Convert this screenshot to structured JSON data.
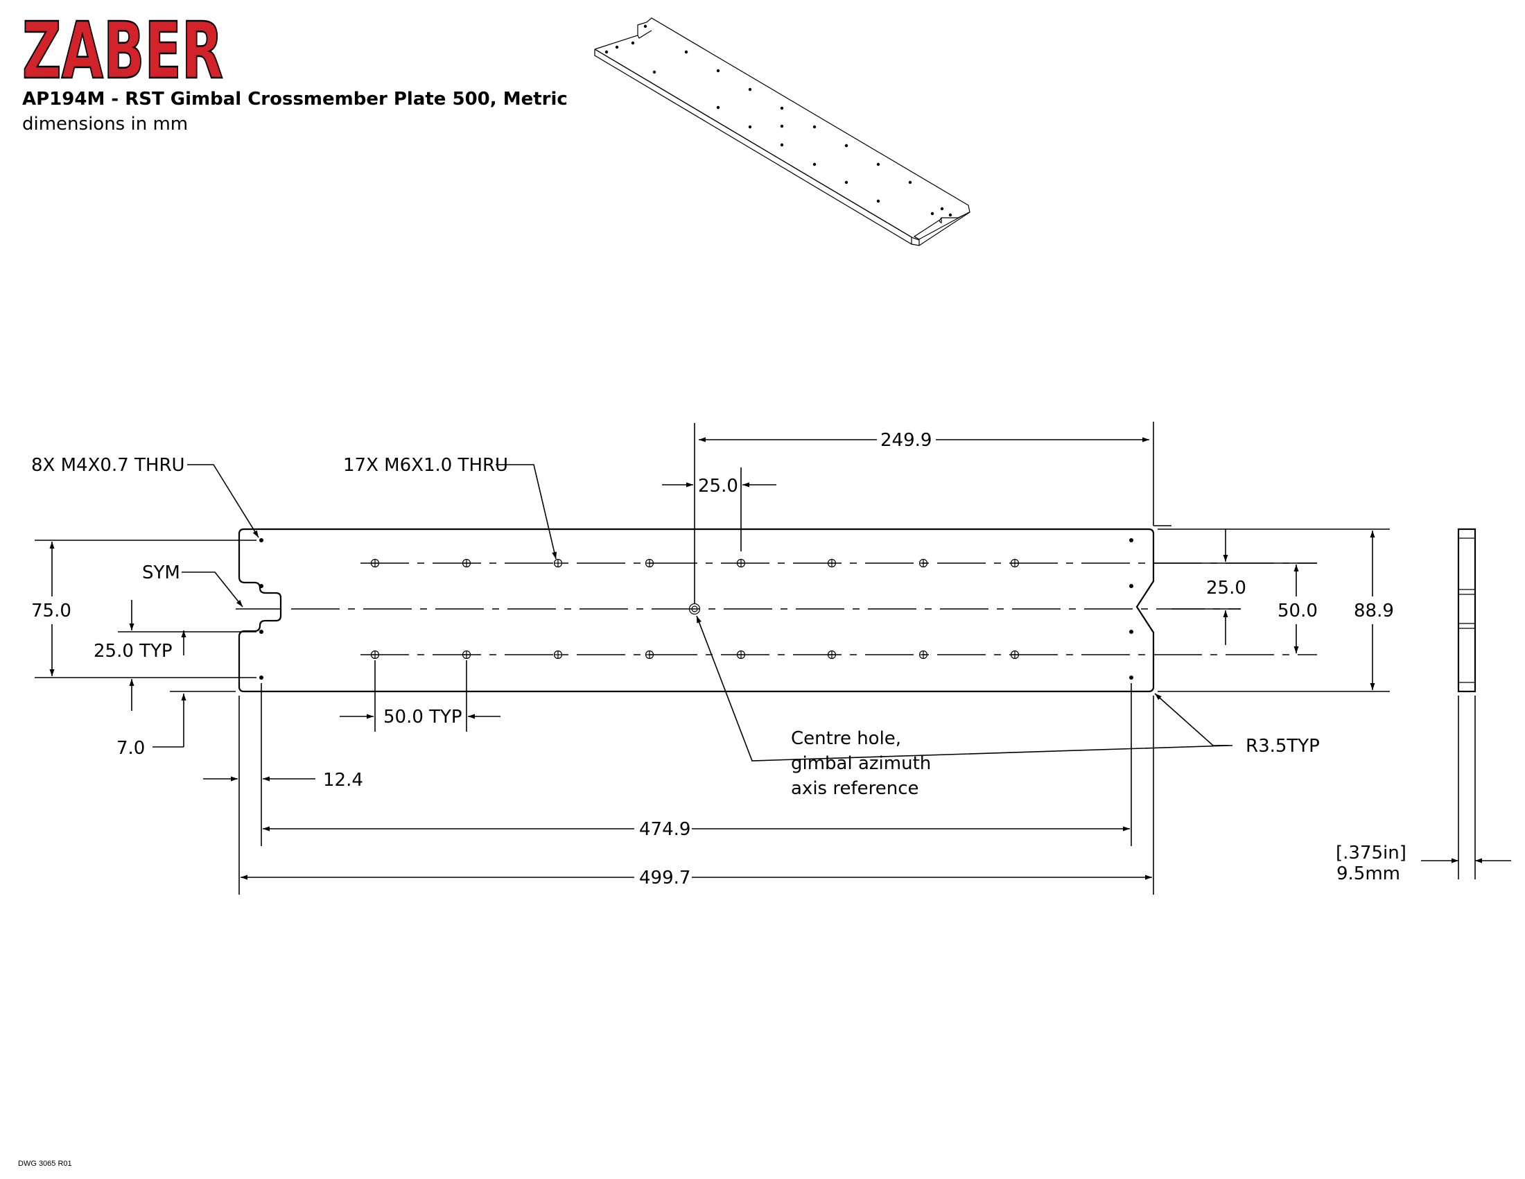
{
  "header": {
    "logo_text": "ZABER",
    "title": "AP194M - RST Gimbal Crossmember Plate 500, Metric",
    "subtitle": "dimensions in mm",
    "brand_color": "#d2232a"
  },
  "footer": {
    "drawing_number": "DWG 3065 R01"
  },
  "callouts": {
    "m4_holes": "8X M4X0.7 THRU",
    "m6_holes": "17X M6X1.0 THRU",
    "sym": "SYM",
    "radius": "R3.5TYP",
    "centre_line1": "Centre hole,",
    "centre_line2": "gimbal azimuth",
    "centre_line3": "axis reference"
  },
  "dimensions": {
    "d249_9": "249.9",
    "d25_0_top": "25.0",
    "d75_0": "75.0",
    "d25_0_typ": "25.0 TYP",
    "d7_0": "7.0",
    "d50_0_typ": "50.0 TYP",
    "d12_4": "12.4",
    "d474_9": "474.9",
    "d499_7": "499.7",
    "d25_0_right": "25.0",
    "d50_0_right": "50.0",
    "d88_9": "88.9",
    "thickness_in": ".375in",
    "thickness_mm": "9.5mm"
  }
}
